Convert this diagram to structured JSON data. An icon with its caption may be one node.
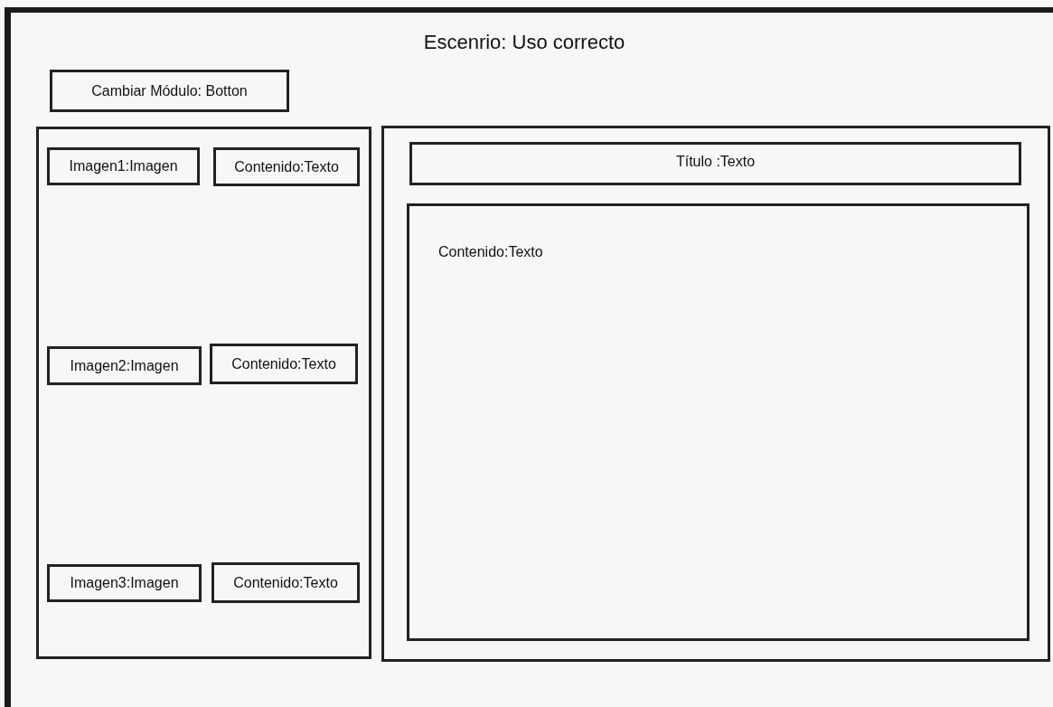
{
  "diagram": {
    "title": "Escenrio: Uso correcto",
    "nodes": [
      {
        "text": [
          "Cambiar Módulo: Botton"
        ]
      },
      {
        "text": [],
        "shape": "box"
      },
      {
        "text": [
          "Imagen1:Imagen"
        ],
        "in": 1
      },
      {
        "text": [
          "Contenido:Texto"
        ],
        "in": 1
      },
      {
        "text": [
          "Imagen2:Imagen"
        ],
        "in": 1
      },
      {
        "text": [
          "Contenido:Texto"
        ],
        "in": 1
      },
      {
        "text": [
          "Imagen3:Imagen"
        ],
        "in": 1
      },
      {
        "text": [
          "Contenido:Texto"
        ],
        "in": 1
      },
      {
        "text": [],
        "shape": "box"
      },
      {
        "text": [
          "Título :Texto"
        ],
        "in": 8
      },
      {
        "text": [
          "Contenido:Texto"
        ],
        "in": 8
      }
    ],
    "edges": []
  }
}
